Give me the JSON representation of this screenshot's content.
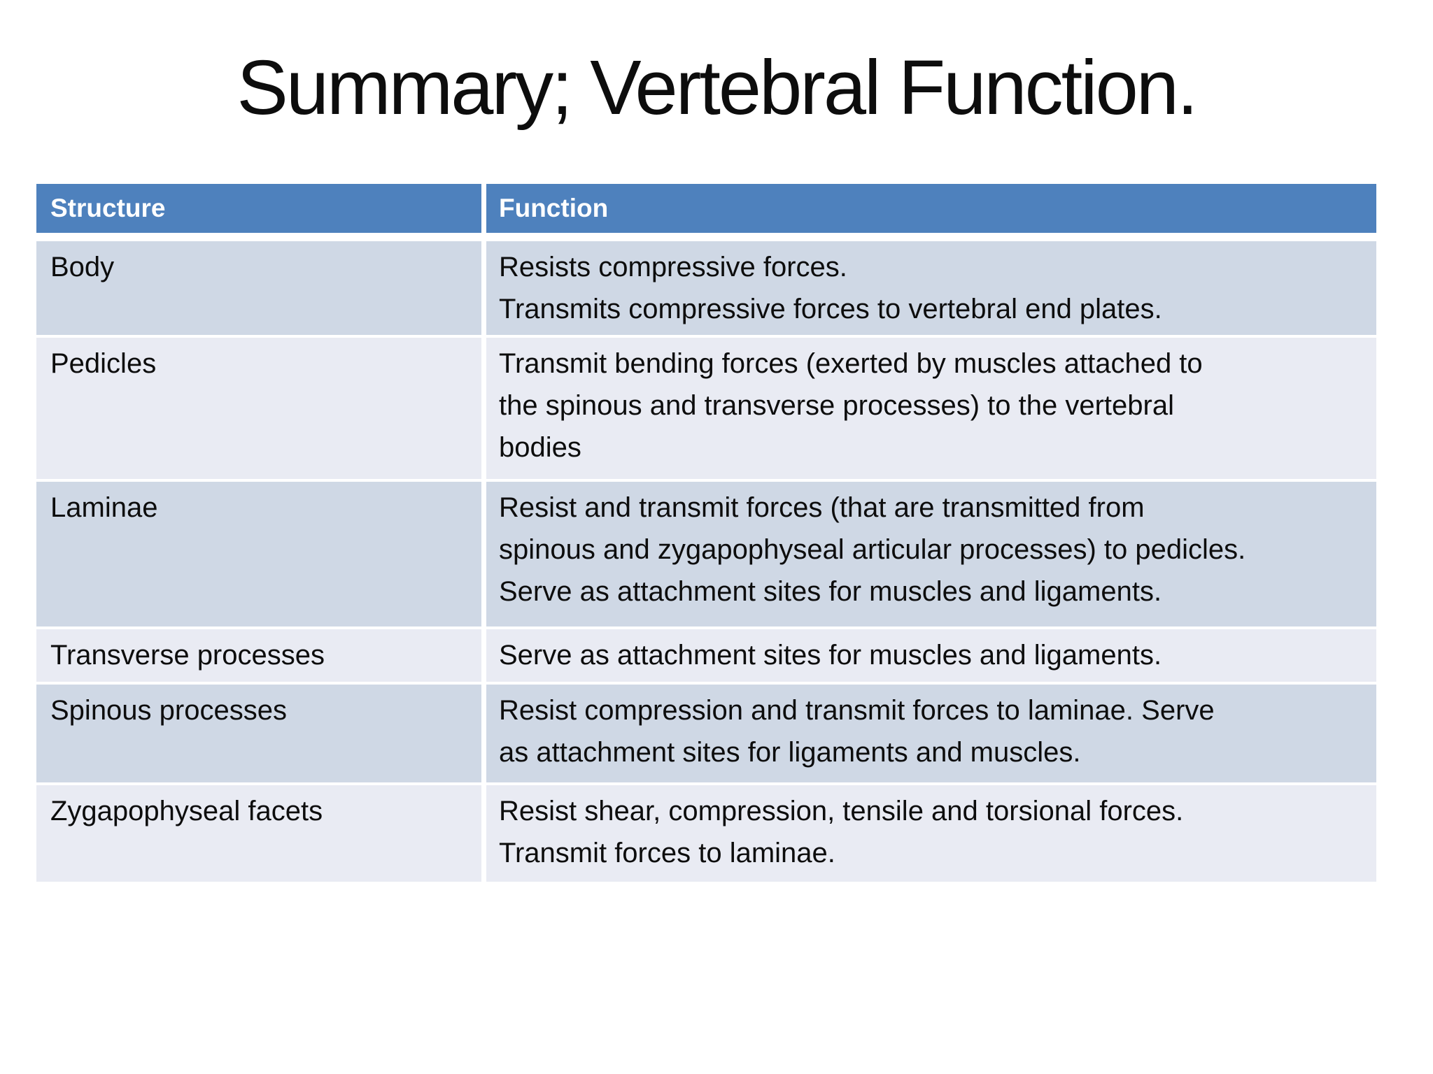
{
  "title": "Summary; Vertebral Function.",
  "colors": {
    "slide-bg": "#ffffff",
    "header-bg": "#4e81bd",
    "header-text": "#ffffff",
    "band-dark": "#cfd8e5",
    "band-light": "#e9ebf3",
    "body-text": "#0d0d0d"
  },
  "table": {
    "headers": [
      "Structure",
      "Function"
    ],
    "rows": [
      {
        "structure": "Body",
        "function": [
          "Resists compressive forces.",
          "Transmits compressive forces to vertebral end plates."
        ]
      },
      {
        "structure": "Pedicles",
        "function": [
          "Transmit bending forces (exerted by muscles attached to",
          "the spinous and transverse processes) to the vertebral",
          "bodies"
        ]
      },
      {
        "structure": "Laminae",
        "function": [
          "Resist and transmit forces (that are transmitted from",
          "spinous and zygapophyseal articular processes) to pedicles.",
          "Serve as attachment sites for muscles and ligaments."
        ]
      },
      {
        "structure": "Transverse processes",
        "function": [
          "Serve as attachment sites for muscles and ligaments."
        ]
      },
      {
        "structure": "Spinous processes",
        "function": [
          "Resist compression and transmit forces to laminae. Serve",
          "as attachment sites for ligaments and muscles."
        ]
      },
      {
        "structure": "Zygapophyseal facets",
        "function": [
          "Resist shear, compression, tensile and torsional forces.",
          "Transmit forces to laminae."
        ]
      }
    ]
  }
}
